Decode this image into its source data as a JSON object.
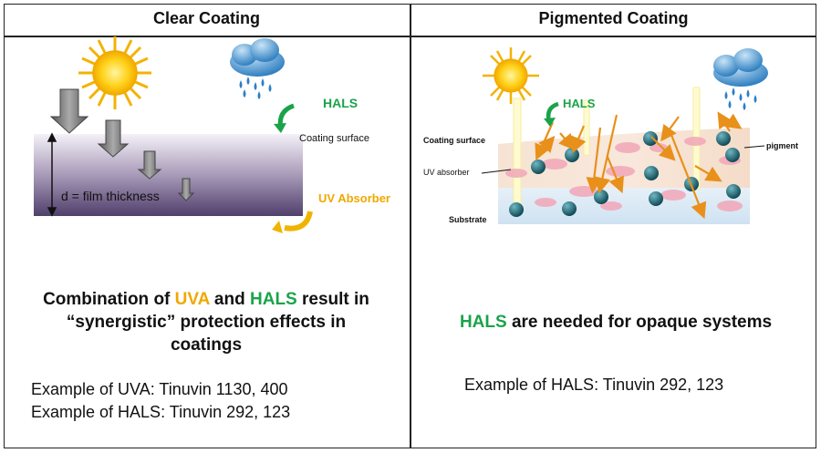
{
  "left_panel": {
    "title": "Clear Coating",
    "labels": {
      "hals": "HALS",
      "coating_surface": "Coating surface",
      "film_thickness": "d = film thickness",
      "uv_absorber": "UV Absorber"
    },
    "synergy_text": {
      "combination_of": "Combination of ",
      "uva": "UVA",
      "and": " and ",
      "hals": "HALS",
      "result_in": " result in",
      "line2": "“synergistic” protection effects in",
      "line3": "coatings"
    },
    "examples": [
      "Example of UVA: Tinuvin 1130, 400",
      "Example of HALS: Tinuvin 292, 123"
    ]
  },
  "right_panel": {
    "title": "Pigmented Coating",
    "labels": {
      "hals": "HALS",
      "coating_surface": "Coating surface",
      "uv_absorber": "UV absorber",
      "pigment": "pigment",
      "substrate": "Substrate"
    },
    "needed_text": {
      "hals": "HALS",
      "rest": " are needed for opaque systems"
    },
    "example": "Example of HALS: Tinuvin 292, 123"
  },
  "colors": {
    "hals_green": "#1aa34a",
    "uva_orange": "#f0a800",
    "arrow_orange": "#e8901a",
    "pigment_teal": "#1f6f7a",
    "sun_yellow": "#ffd21a"
  }
}
